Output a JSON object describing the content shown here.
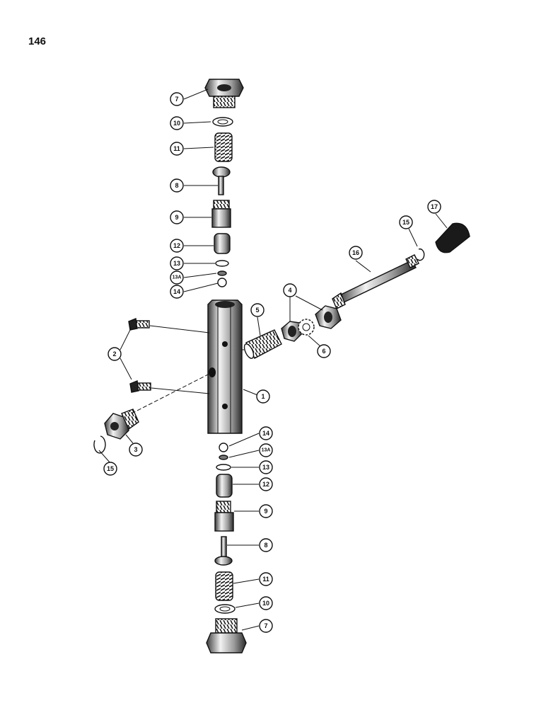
{
  "page": {
    "number": "146"
  },
  "callouts": {
    "c7_top": "7",
    "c10_top": "10",
    "c11_top": "11",
    "c8_top": "8",
    "c9_top": "9",
    "c12_top": "12",
    "c13_top": "13",
    "c13a_top": "13A",
    "c14_top": "14",
    "c5": "5",
    "c4": "4",
    "c6": "6",
    "c16": "16",
    "c15_right": "15",
    "c17": "17",
    "c2": "2",
    "c1": "1",
    "c3": "3",
    "c15_left": "15",
    "c14_bot": "14",
    "c13a_bot": "13A",
    "c13_bot": "13",
    "c12_bot": "12",
    "c9_bot": "9",
    "c8_bot": "8",
    "c11_bot": "11",
    "c10_bot": "10",
    "c7_bot": "7"
  },
  "colors": {
    "ink": "#111111",
    "paper": "#ffffff",
    "shade": "#5a5a5a"
  }
}
